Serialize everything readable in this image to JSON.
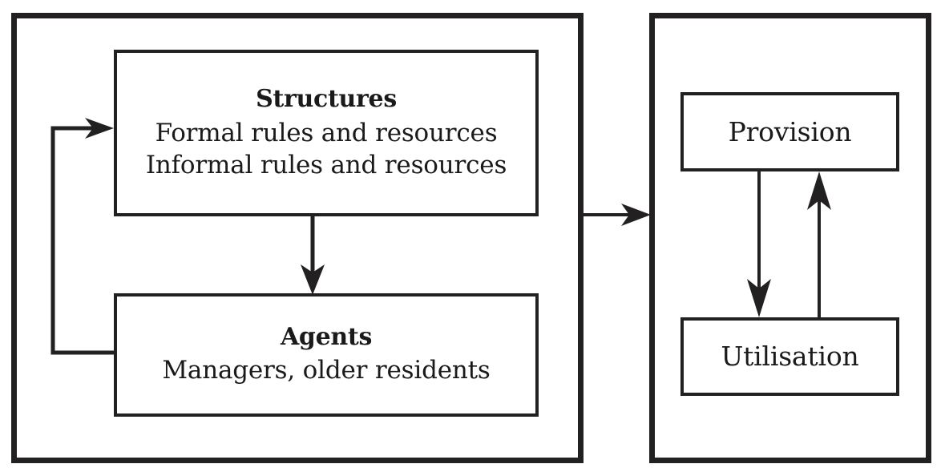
{
  "diagram": {
    "panels": [
      {
        "name": "left-panel",
        "id": "panel-left"
      },
      {
        "name": "right-panel",
        "id": "panel-right"
      }
    ],
    "nodes": {
      "structures": {
        "title": "Structures",
        "line1": "Formal rules and resources",
        "line2": "Informal rules and resources"
      },
      "agents": {
        "title": "Agents",
        "line1": "Managers, older residents"
      },
      "provision": {
        "label": "Provision"
      },
      "utilisation": {
        "label": "Utilisation"
      }
    },
    "connectors": [
      {
        "name": "structures-to-agents",
        "from": "structures",
        "to": "agents",
        "direction": "down"
      },
      {
        "name": "agents-to-structures-feedback",
        "from": "agents",
        "to": "structures",
        "direction": "left-up-right"
      },
      {
        "name": "left-panel-to-right-panel",
        "from": "left-panel",
        "to": "right-panel",
        "direction": "right"
      },
      {
        "name": "provision-to-utilisation",
        "from": "provision",
        "to": "utilisation",
        "direction": "down"
      },
      {
        "name": "utilisation-to-provision",
        "from": "utilisation",
        "to": "provision",
        "direction": "up"
      }
    ],
    "colors": {
      "stroke": "#222020",
      "background": "#ffffff",
      "text": "#1a1a1a"
    }
  }
}
